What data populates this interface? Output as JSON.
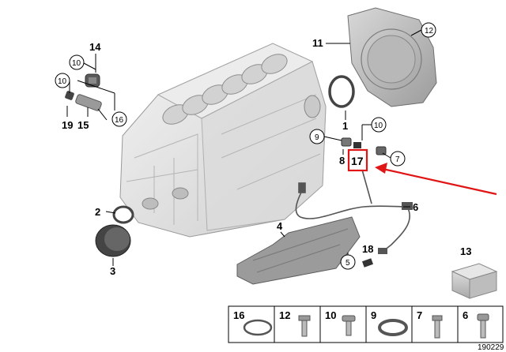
{
  "callouts": {
    "n1": "1",
    "n2": "2",
    "n3": "3",
    "n4": "4",
    "n5": "5",
    "n6": "6",
    "n7": "7",
    "n8": "8",
    "n9": "9",
    "n10a": "10",
    "n10b": "10",
    "n10c": "10",
    "n11": "11",
    "n12": "12",
    "n13": "13",
    "n14": "14",
    "n15": "15",
    "n16": "16",
    "n17": "17",
    "n18": "18",
    "n19": "19"
  },
  "legend": {
    "items": [
      "16",
      "12",
      "10",
      "9",
      "7",
      "6"
    ]
  },
  "catalog_number": "190229",
  "colors": {
    "highlight": "#e01515",
    "part_gray": "#c8c8c8",
    "outline": "#555555"
  }
}
